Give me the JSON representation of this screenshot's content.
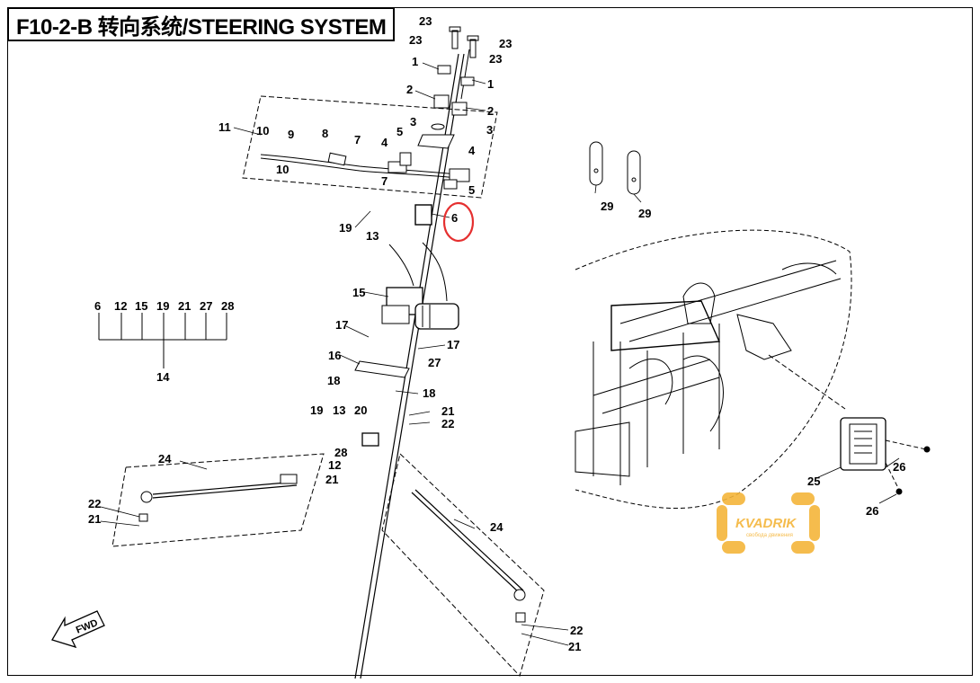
{
  "title": "F10-2-B 转向系统/STEERING SYSTEM",
  "fwd_label": "FWD",
  "watermark": {
    "brand": "KVADRIK",
    "tagline": "свобода движения",
    "color": "#f4b53a"
  },
  "highlight": {
    "part": "6",
    "color": "#e53030"
  },
  "group_14": {
    "label": "14",
    "members": [
      "6",
      "12",
      "15",
      "19",
      "21",
      "27",
      "28"
    ]
  },
  "callouts": [
    {
      "id": "23a",
      "text": "23"
    },
    {
      "id": "23b",
      "text": "23"
    },
    {
      "id": "23c",
      "text": "23"
    },
    {
      "id": "23d",
      "text": "23"
    },
    {
      "id": "1a",
      "text": "1"
    },
    {
      "id": "1b",
      "text": "1"
    },
    {
      "id": "2a",
      "text": "2"
    },
    {
      "id": "2b",
      "text": "2"
    },
    {
      "id": "3a",
      "text": "3"
    },
    {
      "id": "3b",
      "text": "3"
    },
    {
      "id": "11",
      "text": "11"
    },
    {
      "id": "10a",
      "text": "10"
    },
    {
      "id": "10b",
      "text": "10"
    },
    {
      "id": "9",
      "text": "9"
    },
    {
      "id": "8",
      "text": "8"
    },
    {
      "id": "7a",
      "text": "7"
    },
    {
      "id": "7b",
      "text": "7"
    },
    {
      "id": "4a",
      "text": "4"
    },
    {
      "id": "4b",
      "text": "4"
    },
    {
      "id": "5a",
      "text": "5"
    },
    {
      "id": "5b",
      "text": "5"
    },
    {
      "id": "6",
      "text": "6"
    },
    {
      "id": "19a",
      "text": "19"
    },
    {
      "id": "13a",
      "text": "13"
    },
    {
      "id": "15",
      "text": "15"
    },
    {
      "id": "17a",
      "text": "17"
    },
    {
      "id": "17b",
      "text": "17"
    },
    {
      "id": "16",
      "text": "16"
    },
    {
      "id": "27",
      "text": "27"
    },
    {
      "id": "18a",
      "text": "18"
    },
    {
      "id": "18b",
      "text": "18"
    },
    {
      "id": "19b",
      "text": "19"
    },
    {
      "id": "13b",
      "text": "13"
    },
    {
      "id": "20",
      "text": "20"
    },
    {
      "id": "21a",
      "text": "21"
    },
    {
      "id": "22a",
      "text": "22"
    },
    {
      "id": "28",
      "text": "28"
    },
    {
      "id": "12",
      "text": "12"
    },
    {
      "id": "21b",
      "text": "21"
    },
    {
      "id": "24a",
      "text": "24"
    },
    {
      "id": "22b",
      "text": "22"
    },
    {
      "id": "21c",
      "text": "21"
    },
    {
      "id": "24b",
      "text": "24"
    },
    {
      "id": "22c",
      "text": "22"
    },
    {
      "id": "21d",
      "text": "21"
    },
    {
      "id": "29a",
      "text": "29"
    },
    {
      "id": "29b",
      "text": "29"
    },
    {
      "id": "25",
      "text": "25"
    },
    {
      "id": "26a",
      "text": "26"
    },
    {
      "id": "26b",
      "text": "26"
    }
  ]
}
